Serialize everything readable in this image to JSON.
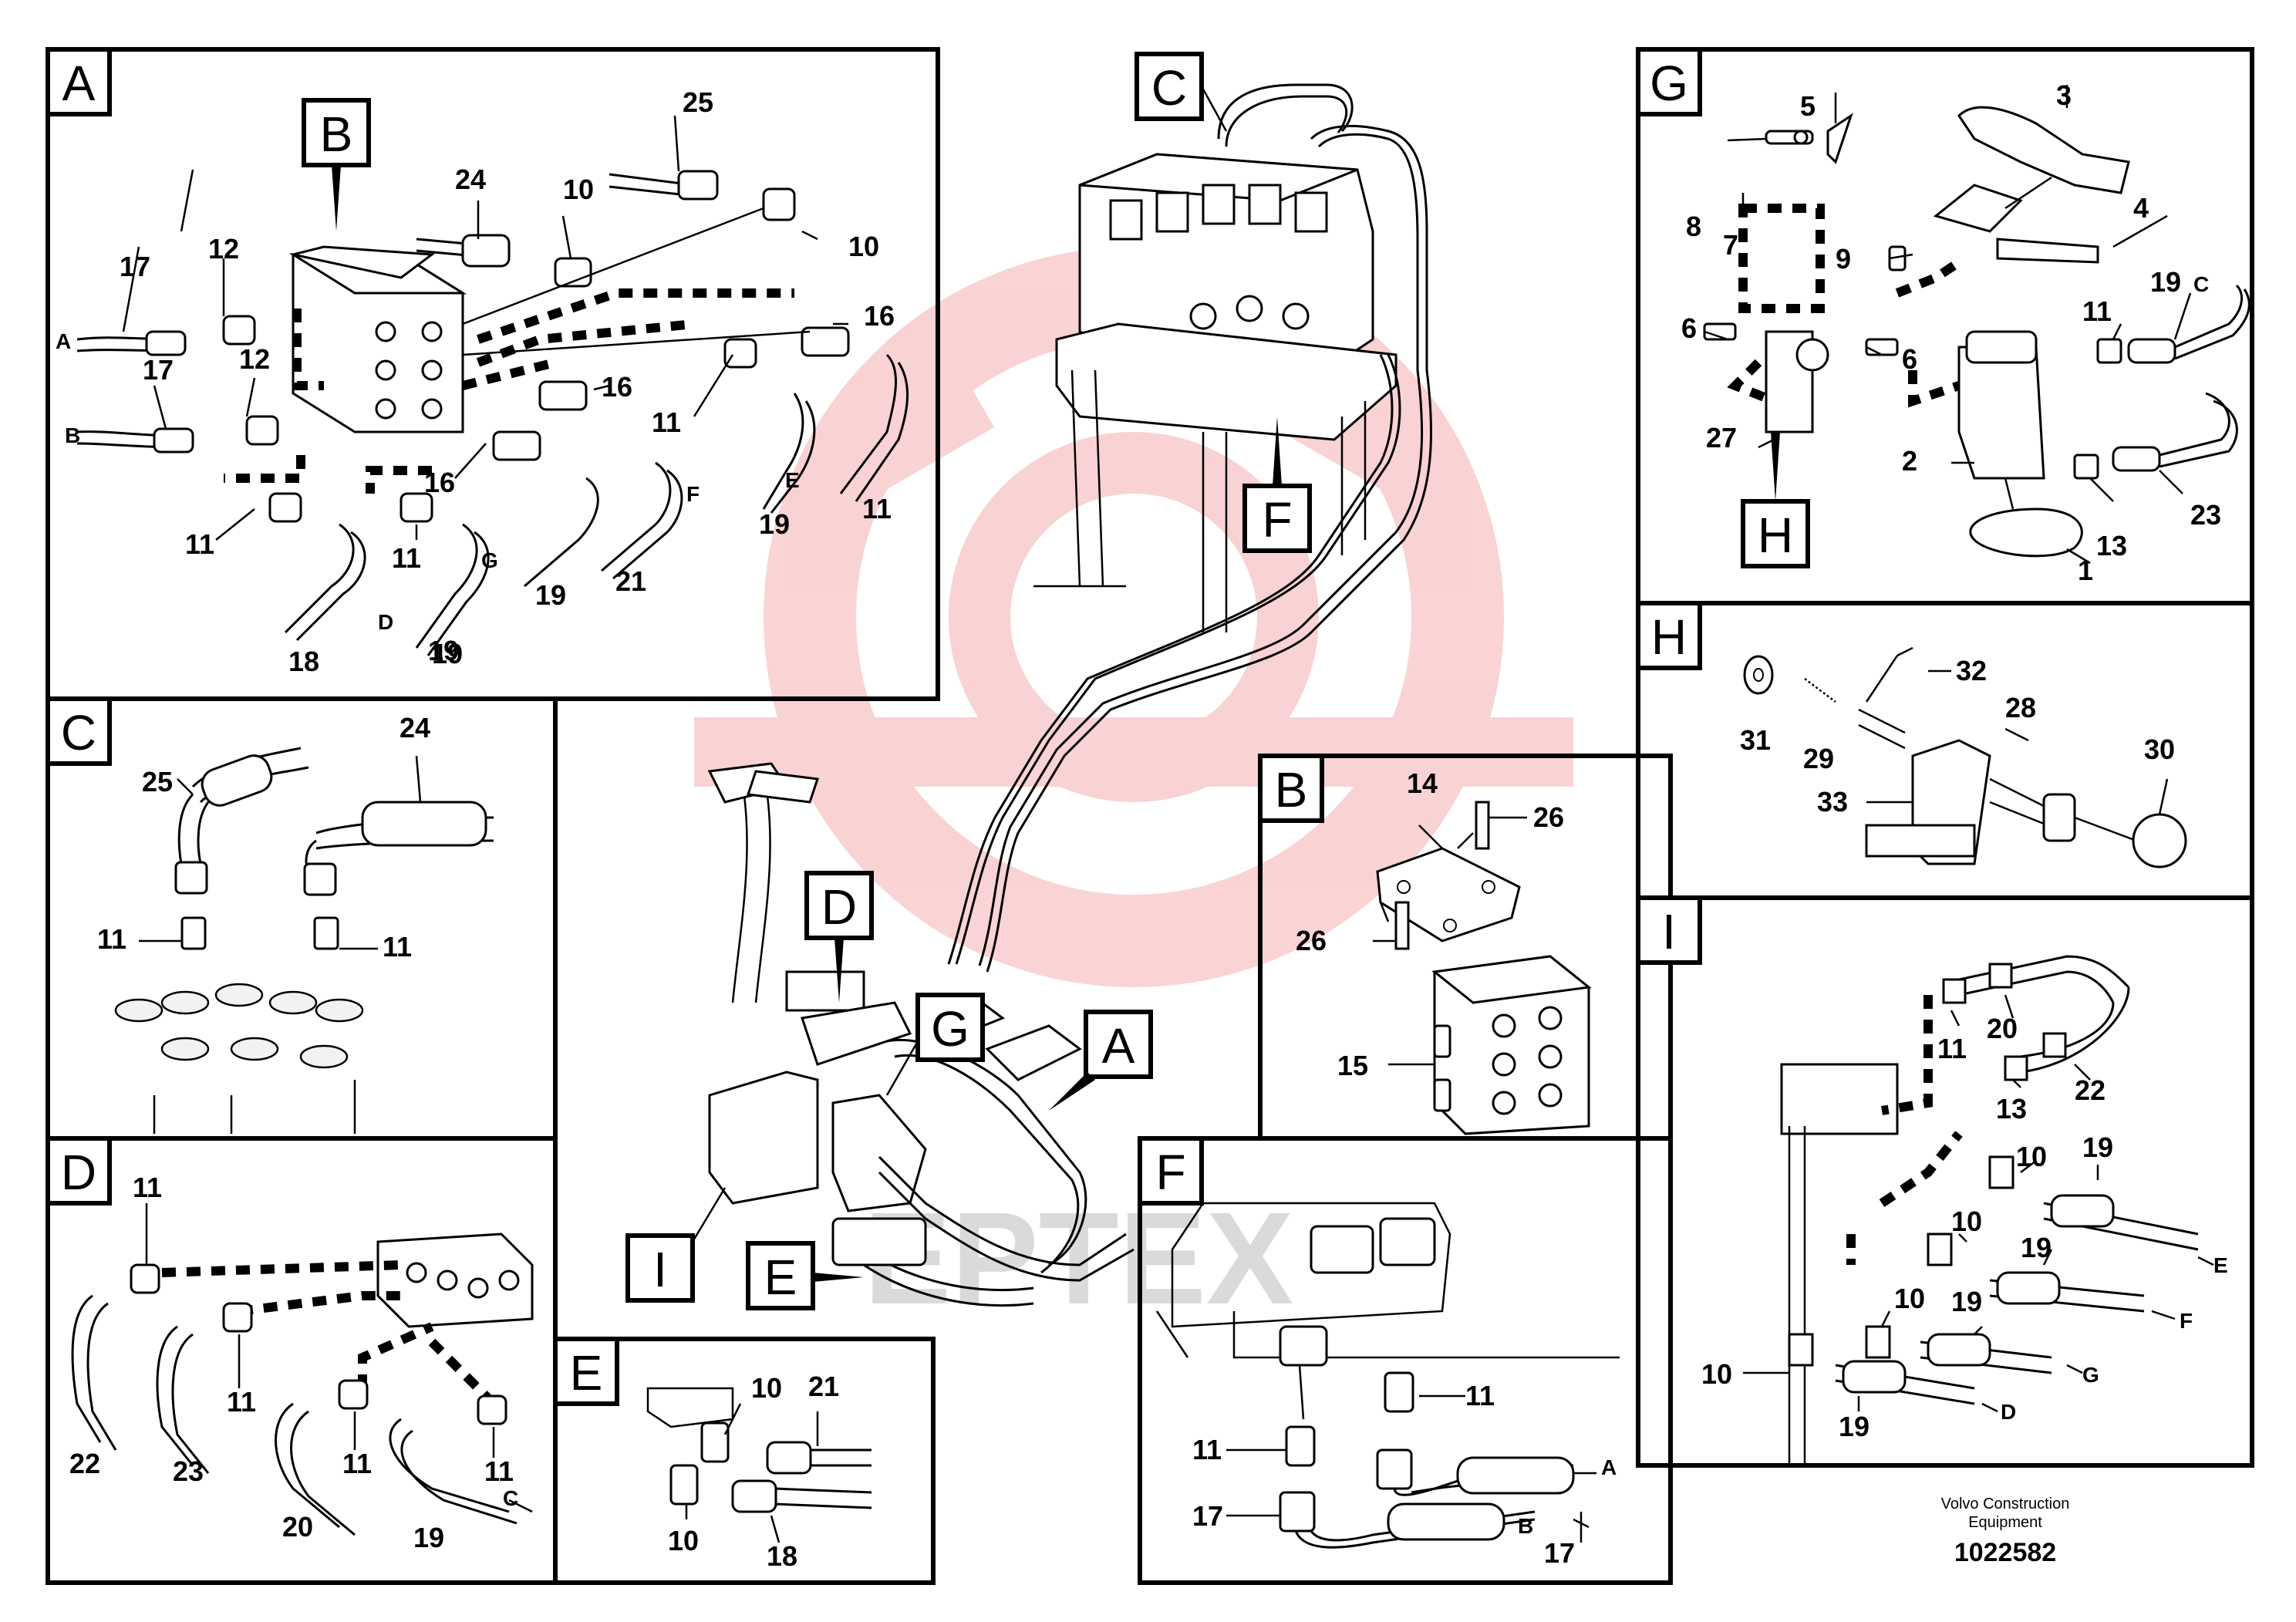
{
  "diagram": {
    "panels": {
      "A": {
        "letter": "A"
      },
      "B": {
        "letter": "B"
      },
      "C": {
        "letter": "C"
      },
      "D": {
        "letter": "D"
      },
      "E": {
        "letter": "E"
      },
      "F": {
        "letter": "F"
      },
      "G": {
        "letter": "G"
      },
      "H": {
        "letter": "H"
      },
      "I": {
        "letter": "I"
      }
    },
    "main_callouts": {
      "C": "C",
      "F": "F",
      "D": "D",
      "G": "G",
      "A": "A",
      "I": "I",
      "E": "E"
    },
    "subB_callout": "B",
    "subG_callout": "H",
    "panelA_labels": [
      "25",
      "24",
      "10",
      "10",
      "17",
      "12",
      "12",
      "17",
      "16",
      "16",
      "11",
      "16",
      "11",
      "11",
      "11",
      "19",
      "19",
      "19",
      "18",
      "19",
      "21"
    ],
    "panelA_letters": [
      "A",
      "B",
      "F",
      "E",
      "G",
      "D"
    ],
    "panelB_labels": [
      "14",
      "26",
      "26",
      "15"
    ],
    "panelC_labels": [
      "25",
      "24",
      "11",
      "11"
    ],
    "panelD_labels": [
      "11",
      "11",
      "11",
      "11",
      "22",
      "23",
      "20",
      "19"
    ],
    "panelD_letters": [
      "C"
    ],
    "panelE_labels": [
      "10",
      "21",
      "10",
      "18"
    ],
    "panelF_labels": [
      "11",
      "11",
      "17",
      "17"
    ],
    "panelF_letters": [
      "A",
      "B"
    ],
    "panelG_labels": [
      "5",
      "3",
      "8",
      "7",
      "9",
      "4",
      "6",
      "6",
      "19",
      "11",
      "27",
      "2",
      "13",
      "23",
      "1"
    ],
    "panelG_letters": [
      "C"
    ],
    "panelH_labels": [
      "32",
      "28",
      "31",
      "29",
      "30",
      "33"
    ],
    "panelI_labels": [
      "11",
      "20",
      "13",
      "22",
      "10",
      "19",
      "10",
      "19",
      "10",
      "19",
      "10",
      "19"
    ],
    "panelI_letters": [
      "E",
      "F",
      "G",
      "D"
    ],
    "footer": {
      "line1": "Volvo Construction",
      "line2": "Equipment",
      "code": "1022582"
    },
    "watermark_text": "EPTEX"
  },
  "colors": {
    "line": "#000000",
    "watermark": "#e8393c",
    "background": "#ffffff"
  }
}
